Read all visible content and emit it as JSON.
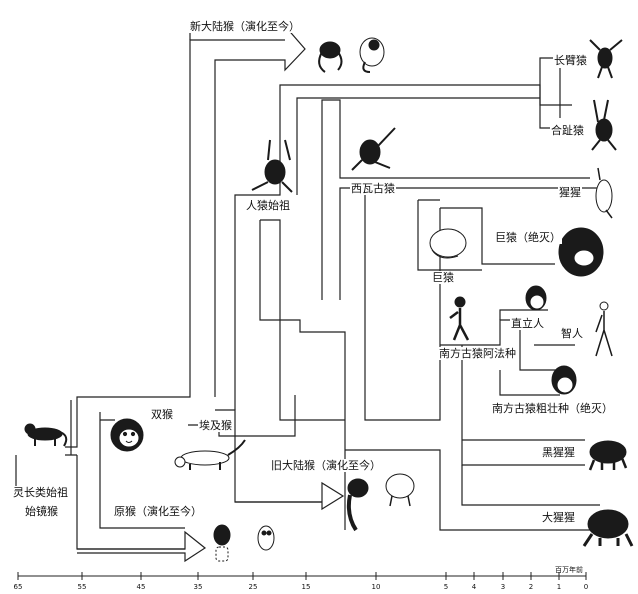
{
  "labels": {
    "primate_ancestor": "灵长类始祖",
    "plesiadapis": "始镜猴",
    "prosimians": "原猴（演化至今）",
    "new_world_monkeys": "新大陆猴（演化至今）",
    "old_world_monkeys": "旧大陆猴（演化至今）",
    "anthropoid_dual": "双猴",
    "aegyptopithecus": "埃及猴",
    "ape_ancestor": "人猿始祖",
    "sivapithecus": "西瓦古猿",
    "gigantopithecus": "巨猿",
    "gigantopithecus_extinct": "巨猿（绝灭）",
    "gibbon": "长臂猿",
    "siamang": "合趾猿",
    "orangutan": "猩猩",
    "australopithecus_afarensis": "南方古猿阿法种",
    "homo_erectus": "直立人",
    "homo_sapiens": "智人",
    "australopithecus_robustus": "南方古猿粗壮种（绝灭）",
    "chimpanzee": "黑猩猩",
    "gorilla": "大猩猩"
  },
  "axis": {
    "unit": "百万年前",
    "ticks": [
      "65",
      "55",
      "45",
      "35",
      "25",
      "15",
      "10",
      "5",
      "4",
      "3",
      "2",
      "1",
      "0"
    ]
  },
  "colors": {
    "line": "#222222",
    "fill": "#ffffff",
    "animal": "#1a1a1a"
  },
  "icons": {
    "primate_ancestor": "lemur-like-animal-icon",
    "prosimians": "lemur-tarsier-icon",
    "new_world_monkeys": "spider-monkey-icon",
    "old_world_monkeys": "colobus-macaque-icon",
    "anthropoid_dual": "monkey-face-icon",
    "aegyptopithecus": "early-primate-icon",
    "ape_ancestor": "hanging-ape-icon",
    "sivapithecus": "climbing-ape-icon",
    "gigantopithecus": "ape-head-icon",
    "gigantopithecus_extinct": "gorilla-head-icon",
    "gibbon": "gibbon-icon",
    "siamang": "siamang-icon",
    "orangutan": "orangutan-icon",
    "australopithecus_afarensis": "walking-hominid-icon",
    "homo_erectus": "human-head-icon",
    "homo_sapiens": "walking-human-icon",
    "australopithecus_robustus": "hominid-head-icon",
    "chimpanzee": "chimpanzee-icon",
    "gorilla": "gorilla-icon"
  }
}
